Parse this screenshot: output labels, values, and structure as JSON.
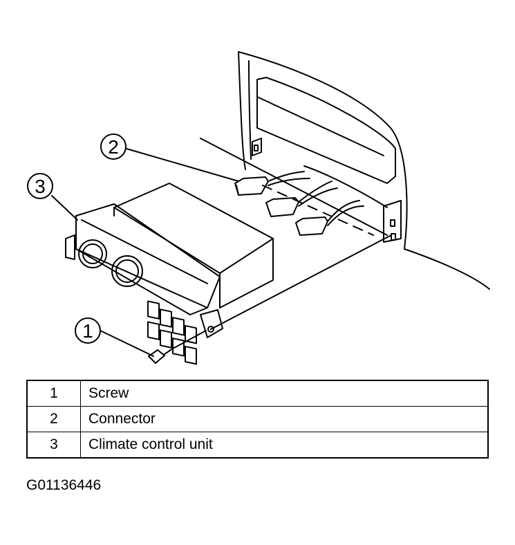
{
  "callouts": [
    {
      "number": "1"
    },
    {
      "number": "2"
    },
    {
      "number": "3"
    }
  ],
  "legend": [
    {
      "number": "1",
      "label": "Screw"
    },
    {
      "number": "2",
      "label": "Connector"
    },
    {
      "number": "3",
      "label": "Climate control unit"
    }
  ],
  "figure_id": "G01136446"
}
